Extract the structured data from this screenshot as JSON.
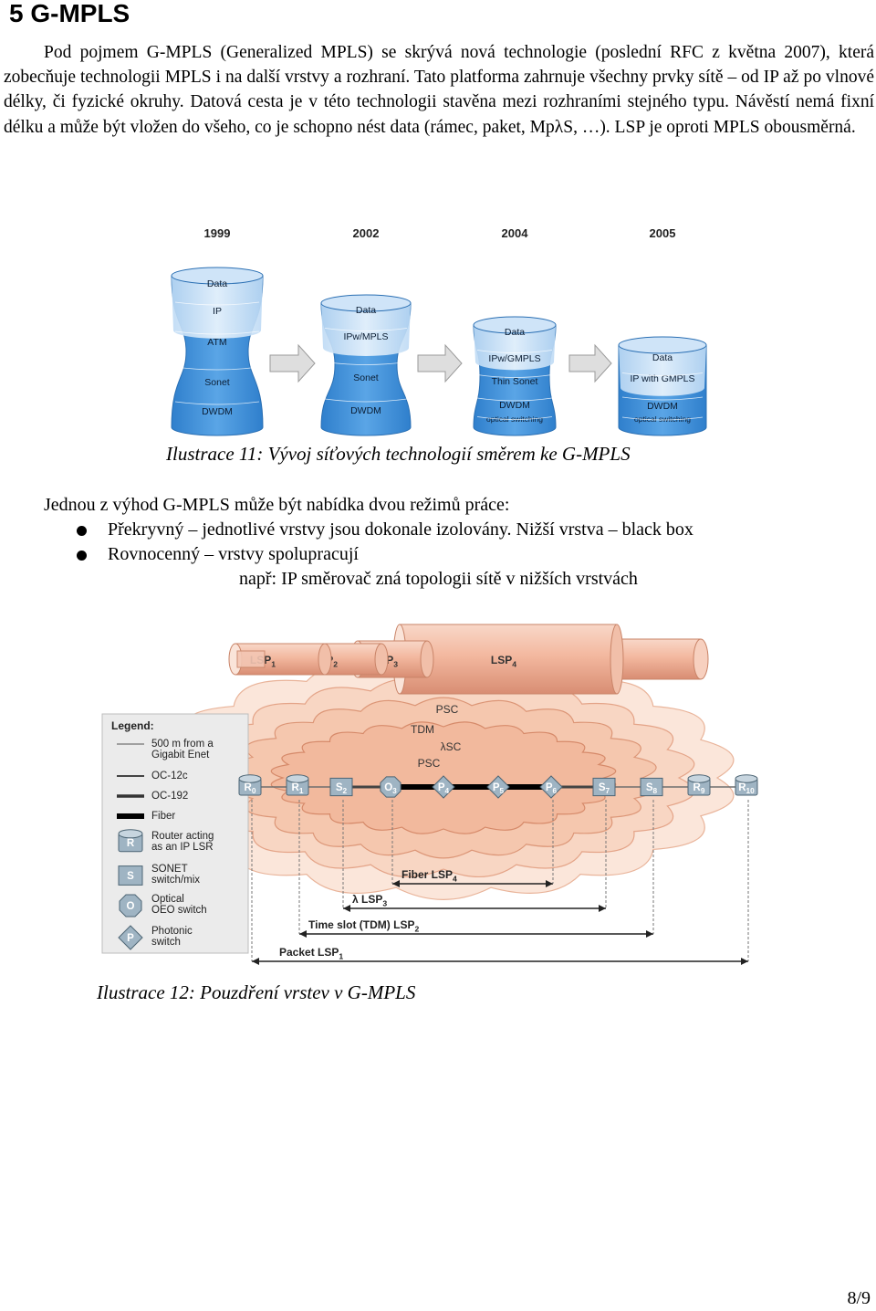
{
  "heading": "5 G-MPLS",
  "intro_paragraph": "Pod pojmem G-MPLS (Generalized MPLS) se skrývá nová technologie (poslední RFC z května 2007), která zobecňuje technologii MPLS i na další vrstvy a rozhraní. Tato platforma zahrnuje všechny prvky sítě – od IP až po vlnové délky, či fyzické okruhy. Datová cesta je v této technologii stavěna mezi rozhraními stejného typu. Návěstí nemá fixní délku a může být vložen do všeho, co je schopno nést data (rámec, paket, MpλS, …). LSP je oproti MPLS obousměrná.",
  "figure1": {
    "years": [
      "1999",
      "2002",
      "2004",
      "2005"
    ],
    "stacks": [
      [
        "Data",
        "IP",
        "ATM",
        "Sonet",
        "DWDM"
      ],
      [
        "Data",
        "IPw/MPLS",
        "Sonet",
        "DWDM"
      ],
      [
        "Data",
        "IPw/GMPLS",
        "Thin Sonet",
        "DWDM",
        "optical switching"
      ],
      [
        "Data",
        "IP with GMPLS",
        "DWDM",
        "optical switching"
      ]
    ],
    "caption": "Ilustrace 11: Vývoj síťových technologií směrem ke G-MPLS",
    "colors": {
      "stack_blue": "#3f8fd6",
      "stack_light": "#dcecfb",
      "arrow": "#d9d9d9"
    }
  },
  "modes": {
    "lead": "Jednou z výhod G-MPLS může být nabídka dvou režimů práce:",
    "items": [
      "Překryvný – jednotlivé vrstvy jsou dokonale izolovány. Nižší vrstva – black box",
      "Rovnocenný – vrstvy spolupracují"
    ],
    "example": "např: IP směrovač zná topologii sítě v nižších vrstvách"
  },
  "figure2": {
    "tubes": [
      {
        "main": "LSP",
        "sub": "1"
      },
      {
        "main": "LSP",
        "sub": "2"
      },
      {
        "main": "LSP",
        "sub": "3"
      },
      {
        "main": "LSP",
        "sub": "4"
      }
    ],
    "legend_title": "Legend:",
    "legend_items": [
      "500 m from a Gigabit Enet",
      "OC-12c",
      "OC-192",
      "Fiber",
      "Router acting as an IP LSR",
      "SONET switch/mix",
      "Optical OEO switch",
      "Photonic switch"
    ],
    "legend_symbols": [
      "R",
      "S",
      "O",
      "P"
    ],
    "cloud_labels": [
      "PSC",
      "TDM",
      "λSC",
      "PSC"
    ],
    "nodes": [
      {
        "main": "R",
        "sub": "0"
      },
      {
        "main": "R",
        "sub": "1"
      },
      {
        "main": "S",
        "sub": "2"
      },
      {
        "main": "O",
        "sub": "3"
      },
      {
        "main": "P",
        "sub": "4"
      },
      {
        "main": "P",
        "sub": "5"
      },
      {
        "main": "P",
        "sub": "6"
      },
      {
        "main": "S",
        "sub": "7"
      },
      {
        "main": "S",
        "sub": "8"
      },
      {
        "main": "R",
        "sub": "9"
      },
      {
        "main": "R",
        "sub": "10"
      }
    ],
    "spans": [
      {
        "main": "Fiber LSP",
        "sub": "4"
      },
      {
        "main": "λ LSP",
        "sub": "3"
      },
      {
        "main": "Time slot (TDM) LSP",
        "sub": "2"
      },
      {
        "main": "Packet LSP",
        "sub": "1"
      }
    ],
    "caption": "Ilustrace 12: Pouzdření vrstev v G-MPLS",
    "colors": {
      "tube": "#f0b9a2",
      "cloud_outer": "#f9dccd",
      "cloud_inner": "#f6c9b1",
      "node": "#8fa8b8"
    }
  },
  "page_number": "8/9"
}
